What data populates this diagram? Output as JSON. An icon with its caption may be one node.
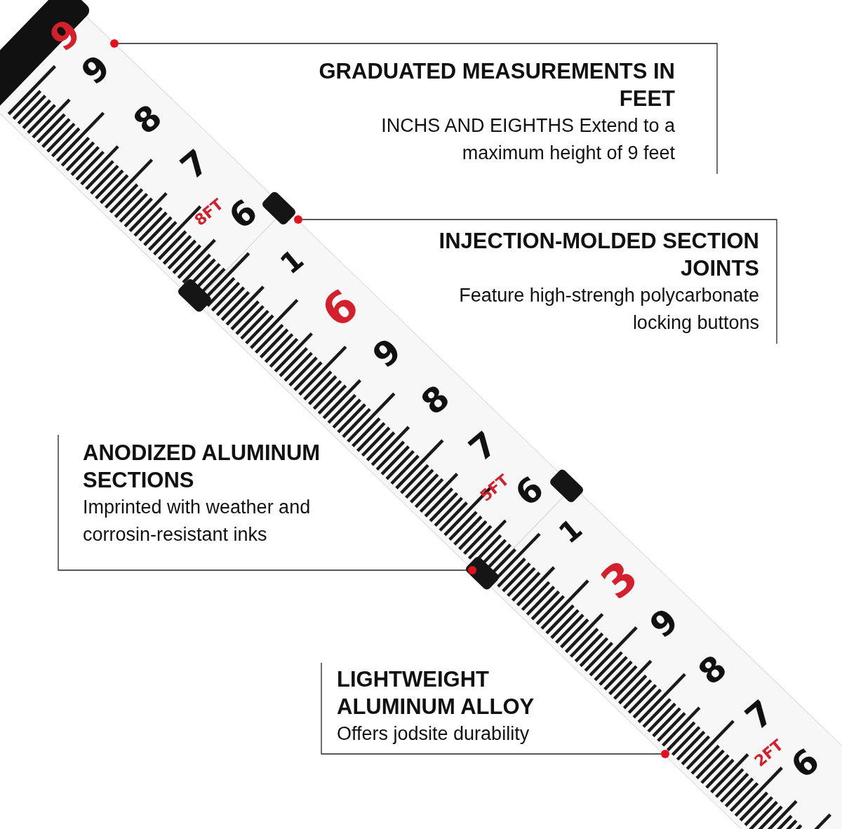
{
  "diagram": {
    "nodes": [
      {
        "text": [
          "GRADUATED MEASUREMENTS IN FEET",
          "INCHS AND EIGHTHS Extend to a maximum height of 9 feet"
        ]
      },
      {
        "text": [
          "INJECTION-MOLDED SECTION JOINTS",
          "Feature high-strengh polycarbonate locking buttons"
        ]
      },
      {
        "text": [
          "ANODIZED ALUMINUM SECTIONS",
          "Imprinted with weather and corrosin-resistant inks"
        ]
      },
      {
        "text": [
          "LIGHTWEIGHT ALUMINUM ALLOY",
          "Offers jodsite durability"
        ]
      },
      {
        "text": [],
        "shape": "circle"
      },
      {
        "text": [],
        "shape": "circle"
      },
      {
        "text": [],
        "shape": "circle"
      },
      {
        "text": [],
        "shape": "circle"
      }
    ],
    "edges": [
      {
        "from": 0,
        "to": 4,
        "arrow": "none"
      },
      {
        "from": 1,
        "to": 5,
        "arrow": "none"
      },
      {
        "from": 2,
        "to": 6,
        "arrow": "none"
      },
      {
        "from": 3,
        "to": 7,
        "arrow": "none"
      }
    ],
    "labels": [
      "9",
      "9",
      "8",
      "7",
      "8FT",
      "6",
      "1",
      "6",
      "9",
      "8",
      "7",
      "5FT",
      "6",
      "1",
      "3",
      "9",
      "8",
      "7",
      "2FT",
      "6"
    ]
  }
}
